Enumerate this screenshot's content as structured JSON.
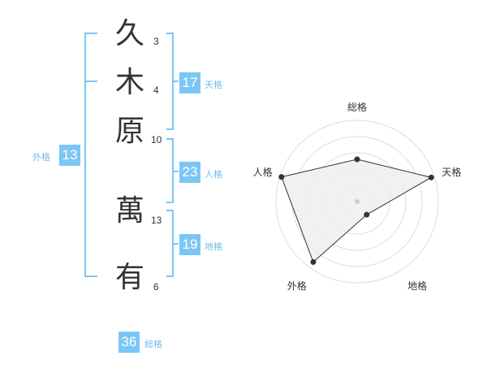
{
  "name": {
    "characters": [
      "久",
      "木",
      "原",
      "萬",
      "有"
    ],
    "strokes": [
      "3",
      "4",
      "10",
      "13",
      "6"
    ]
  },
  "fortune": {
    "tenkaku": {
      "value": "17",
      "label": "天格"
    },
    "jinkaku": {
      "value": "23",
      "label": "人格"
    },
    "chikaku": {
      "value": "19",
      "label": "地格"
    },
    "gaikaku": {
      "value": "13",
      "label": "外格"
    },
    "soukaku": {
      "value": "36",
      "label": "総格"
    }
  },
  "radar": {
    "axes": [
      "総格",
      "天格",
      "地格",
      "外格",
      "人格"
    ],
    "values": [
      0.52,
      0.96,
      0.2,
      0.92,
      0.98
    ],
    "colors": {
      "grid": "#dddddd",
      "fill": "#eeeeee",
      "line": "#333333",
      "point": "#333333",
      "center": "#cccccc"
    }
  }
}
